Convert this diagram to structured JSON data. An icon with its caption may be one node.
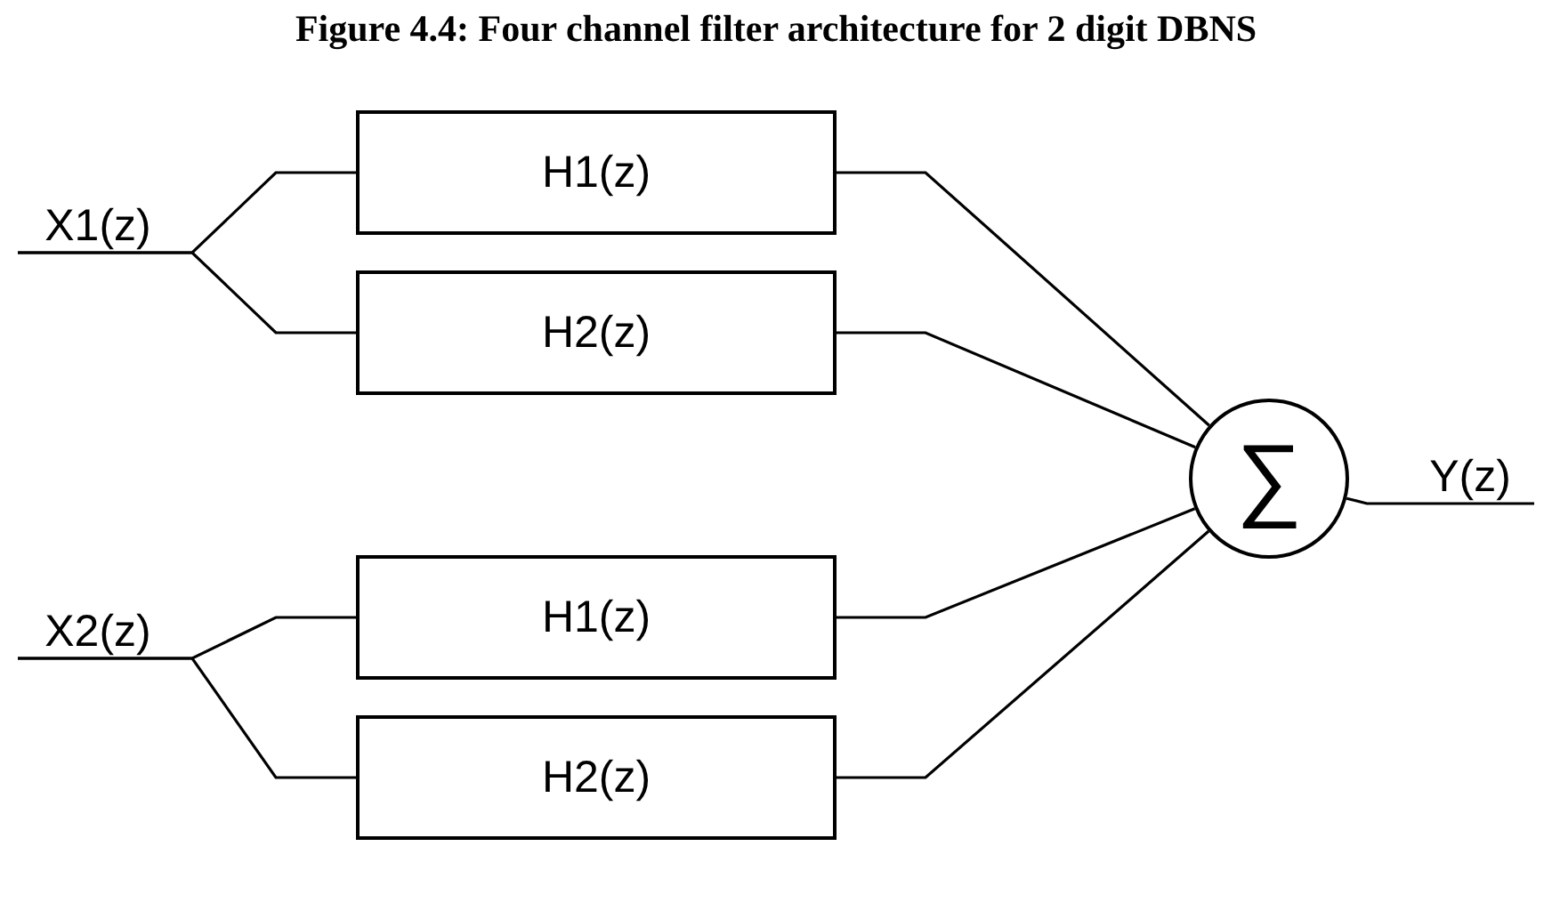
{
  "diagram": {
    "title": "Figure 4.4: Four channel filter architecture for 2 digit DBNS",
    "nodes": [
      {
        "text": [
          "X1(z)"
        ]
      },
      {
        "text": [
          "H1(z)"
        ]
      },
      {
        "text": [
          "H2(z)"
        ]
      },
      {
        "text": [
          "H1(z)"
        ]
      },
      {
        "text": [
          "H2(z)"
        ]
      },
      {
        "text": [
          "X2(z)"
        ]
      },
      {
        "text": [
          "∑"
        ]
      },
      {
        "text": [
          "Y(z)"
        ]
      }
    ],
    "edges": [
      {
        "from": 0,
        "to": 1,
        "arrow": "none"
      },
      {
        "from": 0,
        "to": 2,
        "arrow": "none"
      },
      {
        "from": 5,
        "to": 3,
        "arrow": "none"
      },
      {
        "from": 5,
        "to": 4,
        "arrow": "none"
      },
      {
        "from": 1,
        "to": 6,
        "arrow": "none"
      },
      {
        "from": 2,
        "to": 6,
        "arrow": "none"
      },
      {
        "from": 3,
        "to": 6,
        "arrow": "none"
      },
      {
        "from": 4,
        "to": 6,
        "arrow": "none"
      },
      {
        "from": 6,
        "to": 7,
        "arrow": "none"
      }
    ]
  }
}
